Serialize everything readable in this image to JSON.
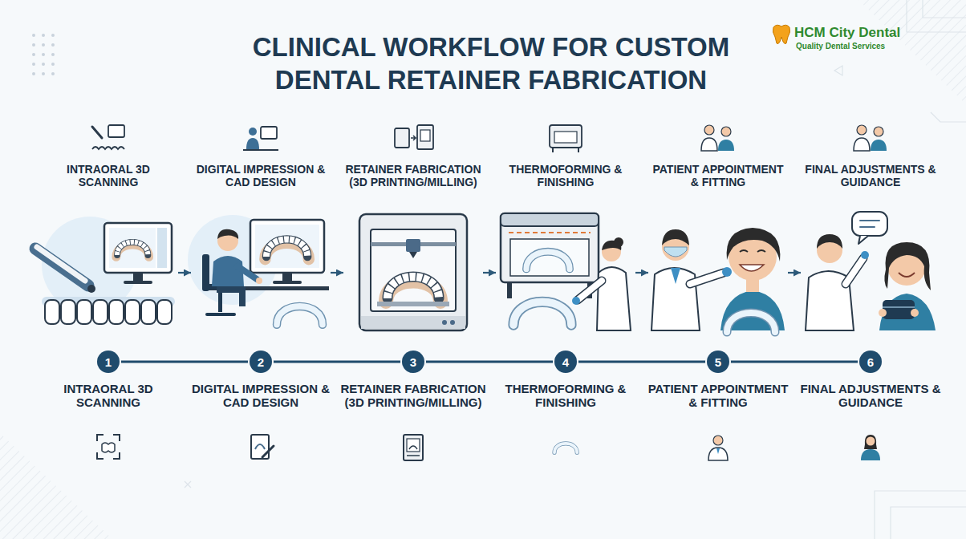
{
  "diagram": {
    "title": "CLINICAL WORKFLOW FOR CUSTOM DENTAL RETAINER FABRICATION",
    "nodes": [
      {
        "text": [
          "INTRAORAL 3D SCANNING"
        ]
      },
      {
        "text": [
          "DIGITAL IMPRESSION & CAD DESIGN"
        ]
      },
      {
        "text": [
          "RETAINER FABRICATION (3D PRINTING/MILLING)"
        ]
      },
      {
        "text": [
          "THERMOFORMING & FINISHING"
        ]
      },
      {
        "text": [
          "PATIENT APPOINTMENT & FITTING"
        ]
      },
      {
        "text": [
          "FINAL ADJUSTMENTS & GUIDANCE"
        ]
      },
      {
        "text": [
          "1"
        ]
      },
      {
        "text": [
          "2"
        ]
      },
      {
        "text": [
          "3"
        ]
      },
      {
        "text": [
          "4"
        ]
      },
      {
        "text": [
          "5"
        ]
      },
      {
        "text": [
          "6"
        ]
      }
    ],
    "edges": [
      {
        "from": 0,
        "to": 1,
        "arrow": "to"
      },
      {
        "from": 1,
        "to": 2,
        "arrow": "to"
      },
      {
        "from": 2,
        "to": 3,
        "arrow": "to"
      },
      {
        "from": 3,
        "to": 4,
        "arrow": "to"
      },
      {
        "from": 4,
        "to": 5,
        "arrow": "to"
      },
      {
        "from": 6,
        "to": 7,
        "arrow": "none"
      },
      {
        "from": 7,
        "to": 8,
        "arrow": "none"
      },
      {
        "from": 8,
        "to": 9,
        "arrow": "none"
      },
      {
        "from": 9,
        "to": 10,
        "arrow": "none"
      },
      {
        "from": 10,
        "to": 11,
        "arrow": "none"
      }
    ],
    "labels": [
      "HCM City Dental",
      "Quality Dental Services",
      "INTRAORAL 3D SCANNING",
      "DIGITAL IMPRESSION & CAD DESIGN",
      "RETAINER FABRICATION (3D PRINTING/MILLING)",
      "THERMOFORMING & FINISHING",
      "PATIENT APPOINTMENT & FITTING",
      "FINAL ADJUSTMENTS & GUIDANCE"
    ]
  }
}
